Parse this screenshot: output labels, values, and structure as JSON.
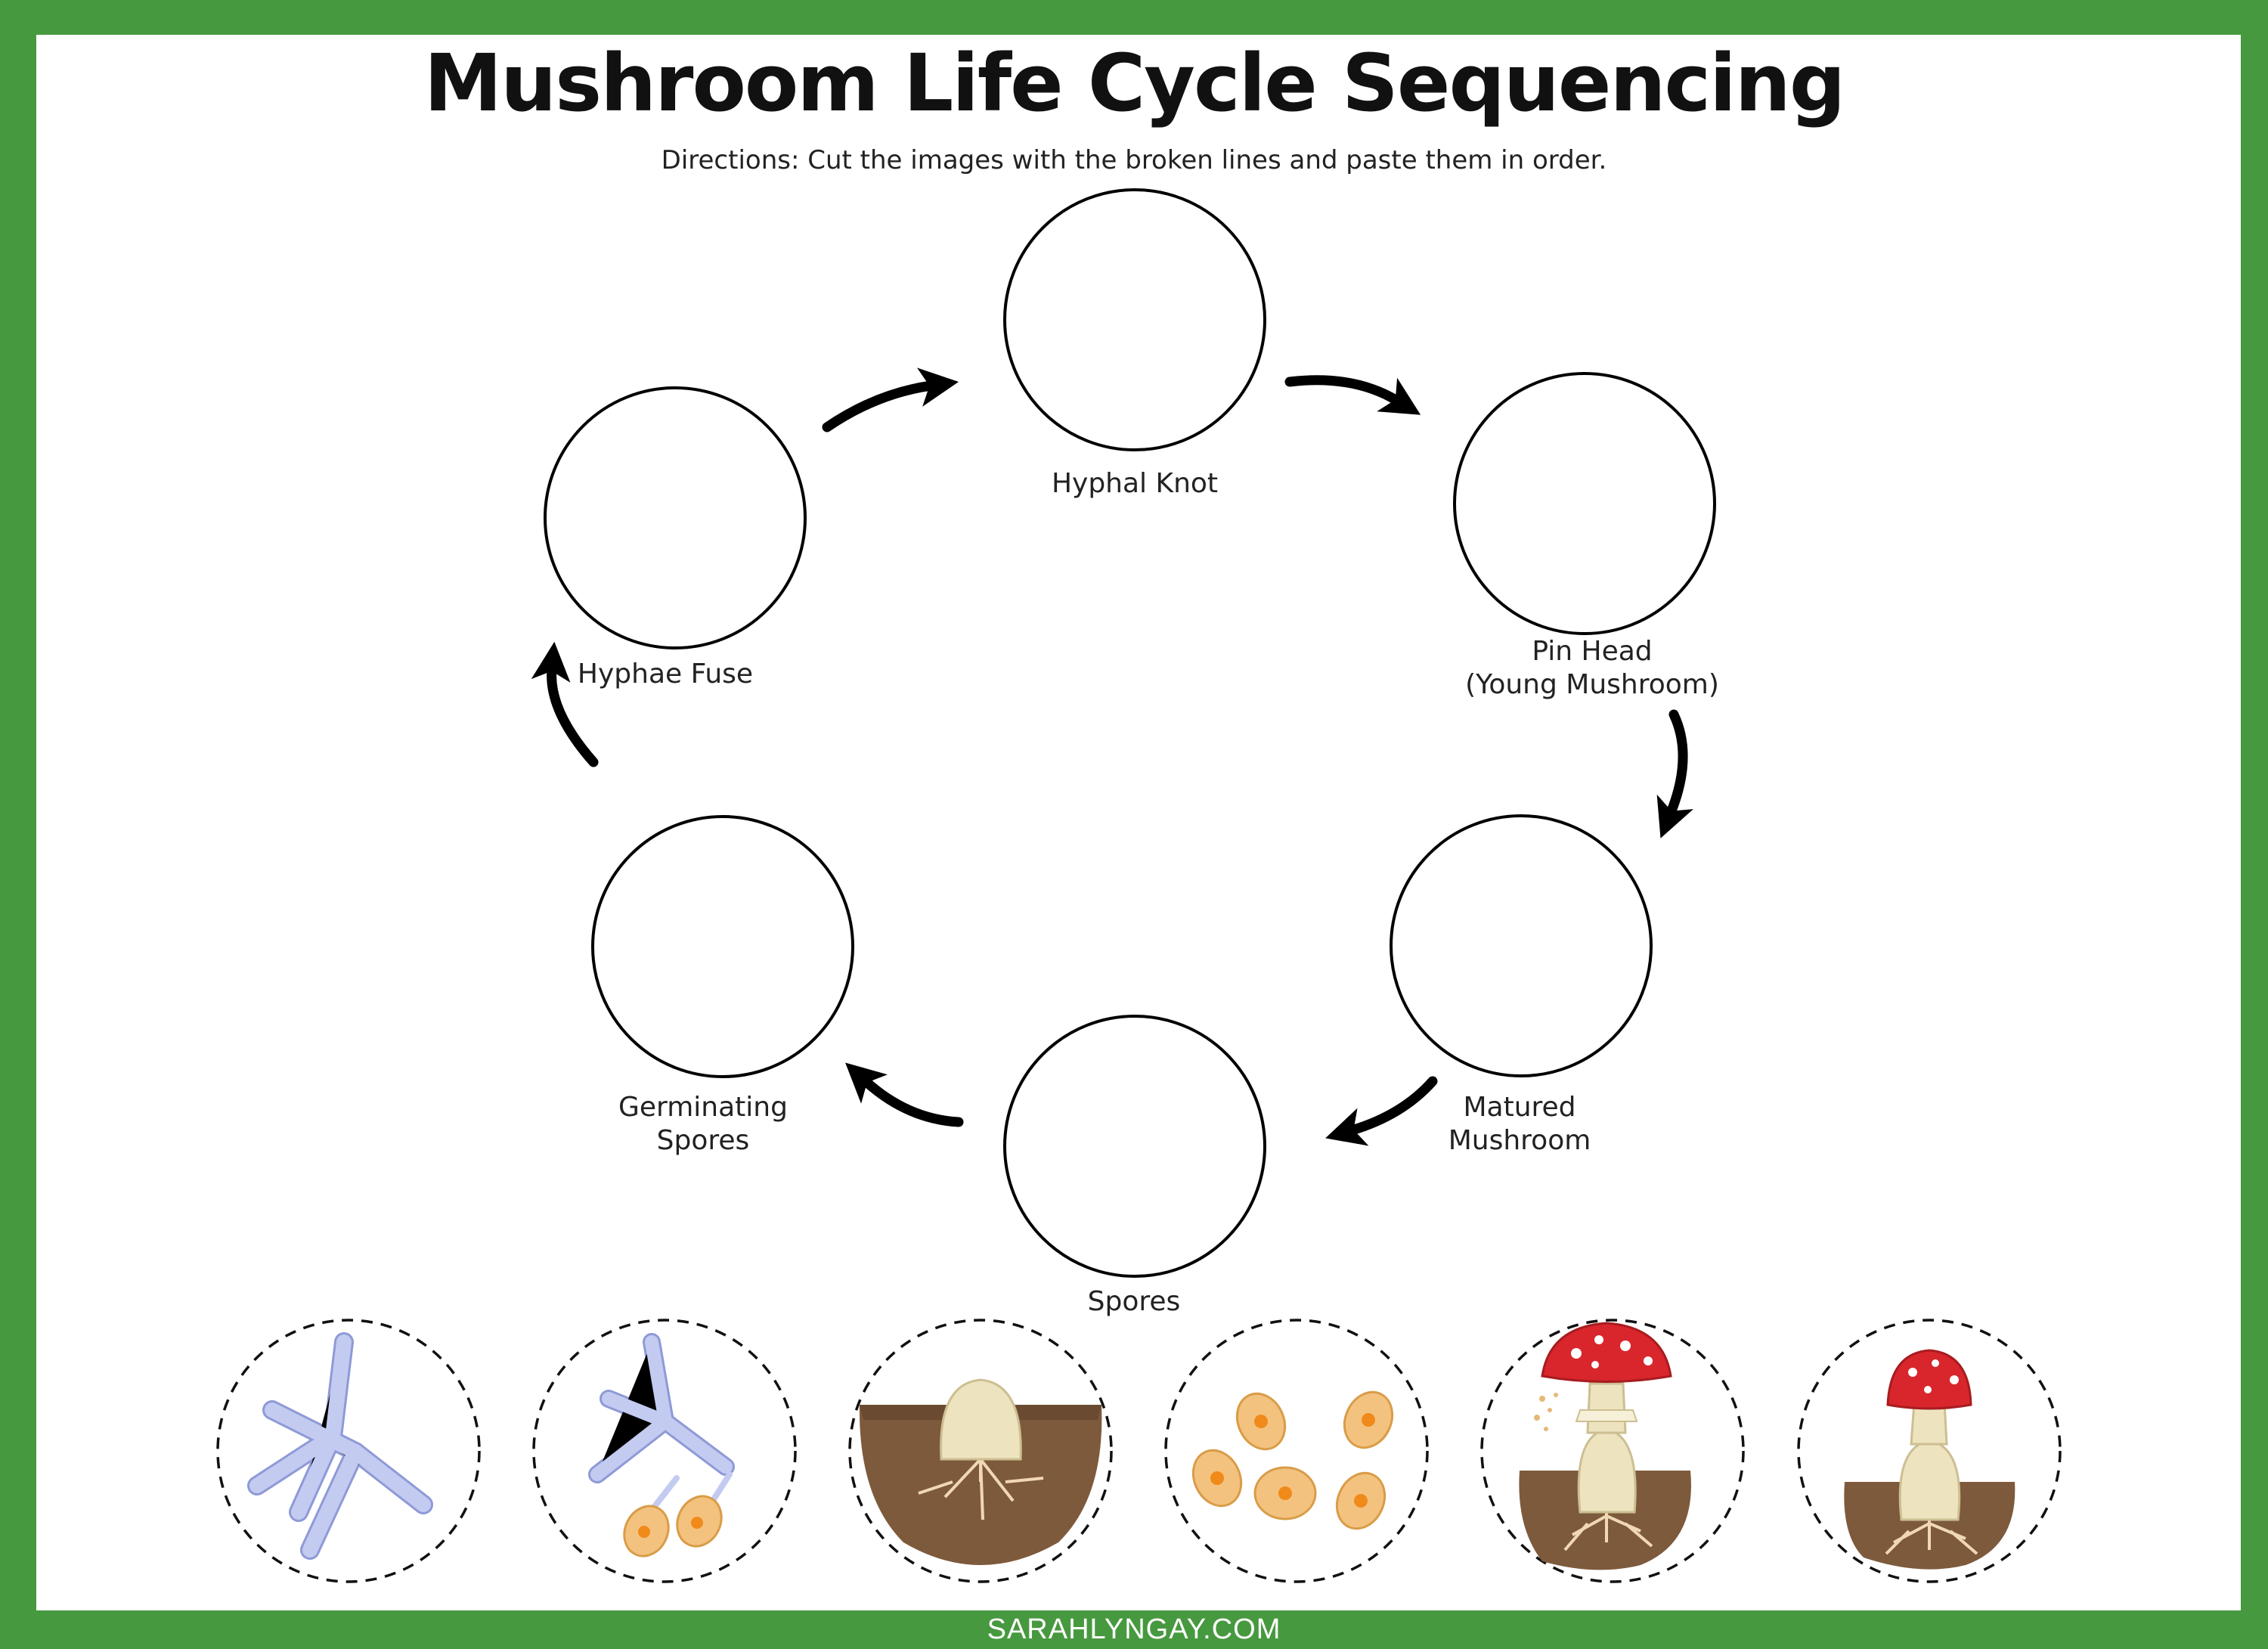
{
  "title": "Mushroom Life Cycle Sequencing",
  "directions": "Directions: Cut the images with the broken lines and paste them in order.",
  "stages": {
    "hyphal_knot": "Hyphal Knot",
    "pin_head_line1": "Pin Head",
    "pin_head_line2": "(Young Mushroom)",
    "matured_line1": "Matured",
    "matured_line2": "Mushroom",
    "spores": "Spores",
    "germinating_line1": "Germinating",
    "germinating_line2": "Spores",
    "hyphae_fuse": "Hyphae Fuse"
  },
  "cutouts": [
    {
      "depicts": "hyphae-fuse"
    },
    {
      "depicts": "germinating-spores"
    },
    {
      "depicts": "hyphal-knot"
    },
    {
      "depicts": "spores"
    },
    {
      "depicts": "matured-mushroom"
    },
    {
      "depicts": "pin-head"
    }
  ],
  "colors": {
    "border": "#47993f",
    "hyphae": "#b9c3ee",
    "spore": "#f3c27f",
    "spore_nucleus": "#f08a1a",
    "soil": "#7d5a3c",
    "mushroom_cap": "#d8262c",
    "stem": "#e8dfbf"
  },
  "footer": "SARAHLYNGAY.COM"
}
